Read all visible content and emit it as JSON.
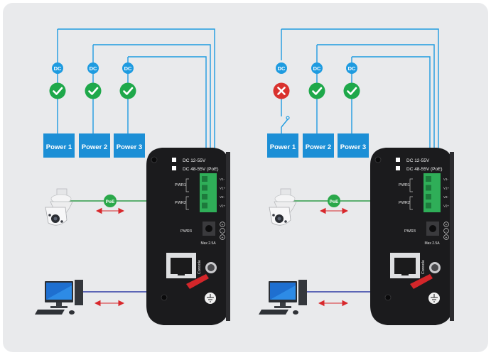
{
  "colors": {
    "background": "#e9eaec",
    "dc_line": "#1e9be0",
    "power_box": "#1c8fd6",
    "ok_circle": "#1ea84a",
    "fail_circle": "#d9322e",
    "poe_line": "#2e9b46",
    "poe_badge": "#2aa84a",
    "data_line": "#2e3aa3",
    "arrow": "#d8282c",
    "terminal_block": "#2fae58",
    "device_body": "#1b1b1d"
  },
  "diagrams": [
    {
      "dc_badges": [
        "DC",
        "DC",
        "DC"
      ],
      "status": [
        "ok",
        "ok",
        "ok"
      ],
      "power_sources": [
        "Power 1",
        "Power 2",
        "Power 3"
      ],
      "device": {
        "legend": [
          "DC 12-55V",
          "DC 48-55V (PoE)"
        ],
        "pwr_labels": [
          "PWR1",
          "PWR2",
          "PWR3"
        ],
        "terminal_labels": [
          "V1-",
          "V1+",
          "V2-",
          "V2+"
        ],
        "rating": "Max 2.5A",
        "console_label": "Console",
        "polarity": [
          "+",
          "-",
          "+"
        ]
      },
      "poe_badge": "PoE"
    },
    {
      "dc_badges": [
        "DC",
        "DC",
        "DC"
      ],
      "status": [
        "fail",
        "ok",
        "ok"
      ],
      "power_sources": [
        "Power 1",
        "Power 2",
        "Power 3"
      ],
      "device": {
        "legend": [
          "DC 12-55V",
          "DC 48-55V (PoE)"
        ],
        "pwr_labels": [
          "PWR1",
          "PWR2",
          "PWR3"
        ],
        "terminal_labels": [
          "V1-",
          "V1+",
          "V2-",
          "V2+"
        ],
        "rating": "Max 2.5A",
        "console_label": "Console",
        "polarity": [
          "+",
          "-",
          "+"
        ]
      },
      "poe_badge": "PoE"
    }
  ]
}
